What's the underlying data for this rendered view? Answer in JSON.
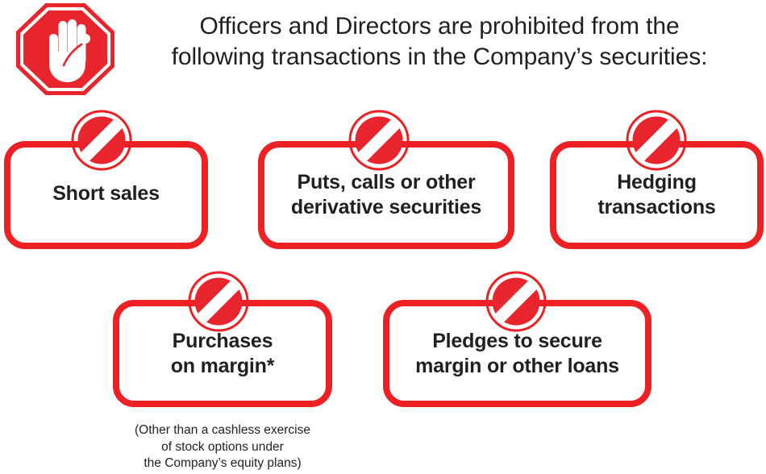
{
  "colors": {
    "brand_red": "#ED2024",
    "sign_red": "#E8252C",
    "text_dark": "#231F20",
    "background": "#FFFFFF"
  },
  "icons": {
    "stop_sign": "stop-hand-octagon-icon",
    "prohibition_badge": "no-entry-slash-icon"
  },
  "heading": {
    "line1": "Officers and Directors are prohibited from the",
    "line2": "following transactions in the Company’s securities:"
  },
  "cards": [
    {
      "id": "short-sales",
      "icon": "no-entry-slash-icon",
      "lines": [
        "Short sales"
      ]
    },
    {
      "id": "derivative-securities",
      "icon": "no-entry-slash-icon",
      "lines": [
        "Puts, calls or other",
        "derivative securities"
      ]
    },
    {
      "id": "hedging-transactions",
      "icon": "no-entry-slash-icon",
      "lines": [
        "Hedging",
        "transactions"
      ]
    },
    {
      "id": "purchases-on-margin",
      "icon": "no-entry-slash-icon",
      "lines": [
        "Purchases",
        "on margin*"
      ]
    },
    {
      "id": "pledges-to-secure-loans",
      "icon": "no-entry-slash-icon",
      "lines": [
        "Pledges to secure",
        "margin or other loans"
      ]
    }
  ],
  "footnote": {
    "line1": "(Other than a cashless exercise",
    "line2": "of stock options under",
    "line3": "the Company’s equity plans)"
  }
}
